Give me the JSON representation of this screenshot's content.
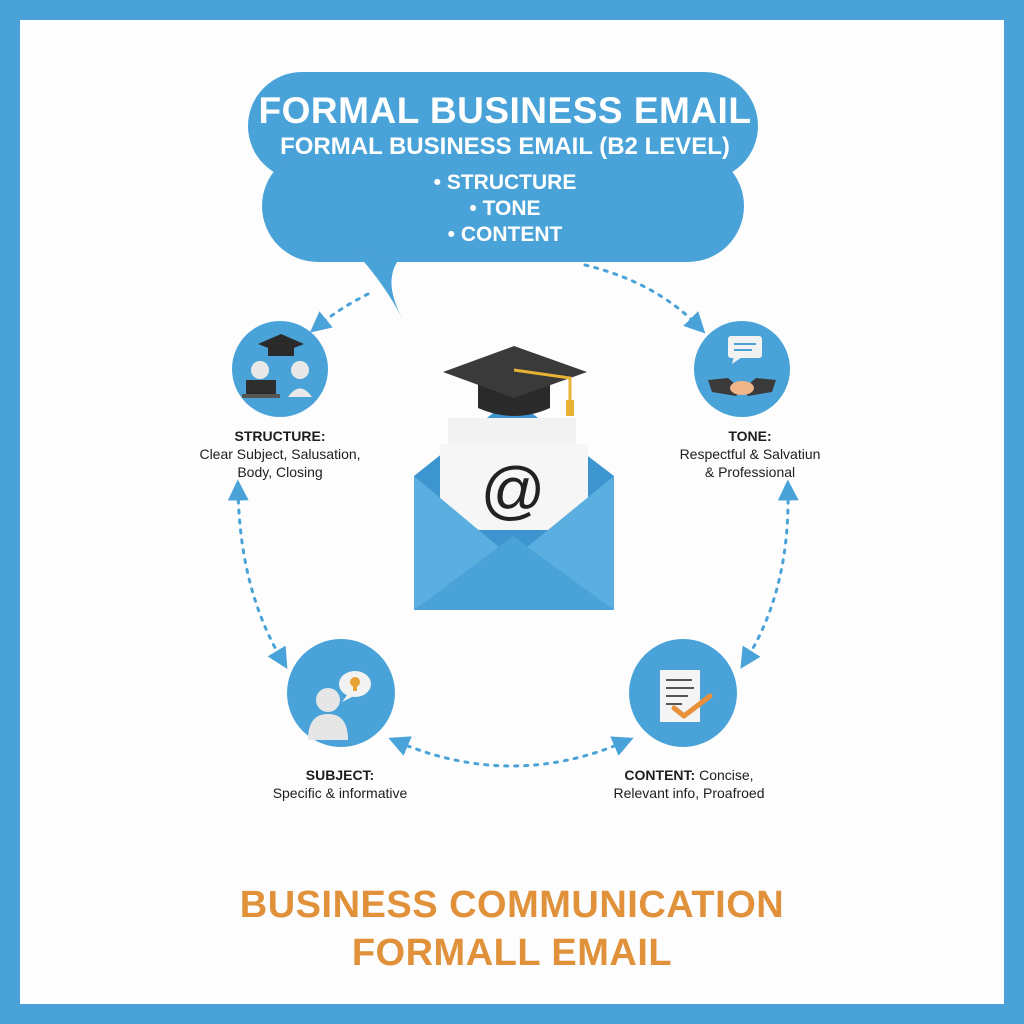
{
  "header": {
    "title": "FORMAL BUSINESS EMAIL",
    "subtitle": "FORMAL BUSINESS EMAIL (B2 LEVEL)",
    "items": [
      "• STRUCTURE",
      "• TONE",
      "• CONTENT"
    ]
  },
  "center": {
    "icon": "email-envelope-with-graduation-cap-icon",
    "symbol": "@"
  },
  "nodes": {
    "structure": {
      "title": "STRUCTURE:",
      "line1": "Clear Subject, Salusation,",
      "line2": "Body, Closing",
      "icon": "graduation-cap-laptop-people-icon"
    },
    "tone": {
      "title": "TONE:",
      "line1": "Respectful & Salvatiun",
      "line2": "& Professional",
      "icon": "handshake-chat-icon"
    },
    "subject": {
      "title": "SUBJECT:",
      "line1": "Specific & informative",
      "icon": "person-idea-icon"
    },
    "content": {
      "title": "CONTENT:",
      "line1_rest": " Concise,",
      "line2": "Relevant info, Proafroed",
      "icon": "document-checkmark-icon"
    }
  },
  "footer": {
    "line1": "BUSINESS COMMUNICATION",
    "line2": "FORMALL EMAIL"
  },
  "colors": {
    "border": "#4aa3d8",
    "bubble": "#4aa3d8",
    "accent": "#e0913a",
    "text": "#1d1d1d"
  }
}
